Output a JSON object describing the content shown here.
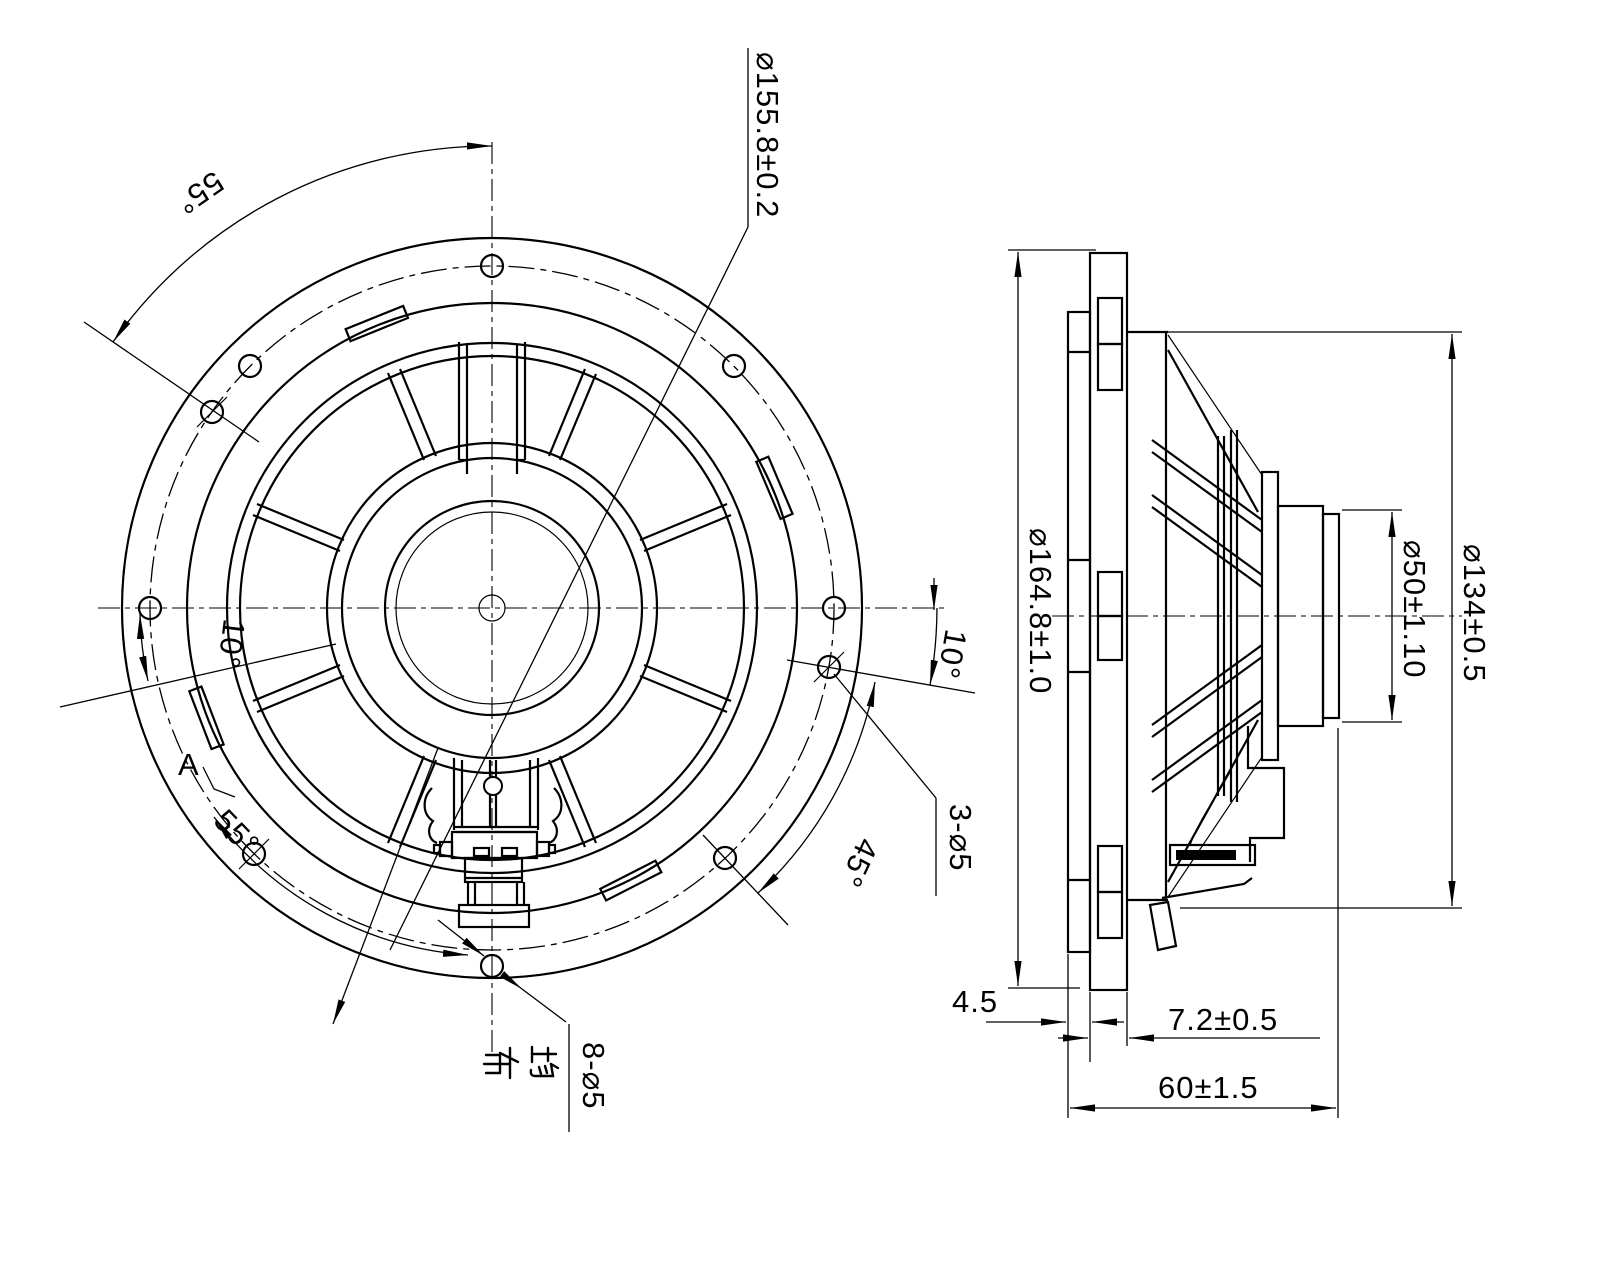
{
  "drawing_title": "speaker-frame-engineering-drawing",
  "front": {
    "bolt_circle_dia": "⌀155.8±0.2",
    "angle_top_left": "55°",
    "angle_left": "10°",
    "section_label": "A",
    "angle_bottom_left": "55°",
    "holes_main": "8-⌀5",
    "holes_main_note": "均布",
    "angle_right": "10°",
    "holes_extra": "3-⌀5",
    "angle_bottom_right": "45°"
  },
  "side": {
    "dia_overall": "⌀164.8±1.0",
    "dia_magnet": "⌀50±1.10",
    "dia_basket": "⌀134±0.5",
    "gasket_thickness": "4.5",
    "flange_thickness": "7.2±0.5",
    "depth": "60±1.5"
  },
  "colors": {
    "line": "#000000",
    "background": "#ffffff"
  }
}
